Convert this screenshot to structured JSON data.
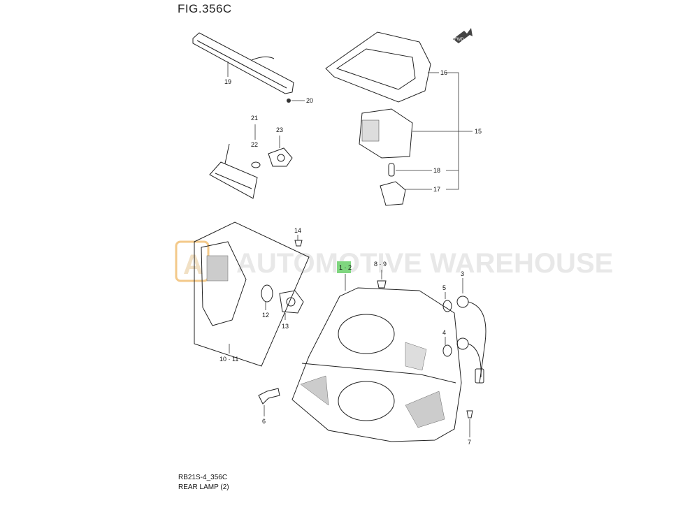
{
  "figure": {
    "title": "FIG.356C",
    "code": "RB21S-4_356C",
    "name": "REAR LAMP (2)"
  },
  "watermark": {
    "text": "AUTOMOTIVE WAREHOUSE",
    "logo_text": "A"
  },
  "direction_badge": "FWD",
  "callouts": {
    "c1_2": "1 · 2",
    "c3": "3",
    "c4": "4",
    "c5": "5",
    "c6": "6",
    "c7": "7",
    "c8_9": "8 · 9",
    "c10_11": "10 · 11",
    "c12": "12",
    "c13": "13",
    "c14": "14",
    "c15": "15",
    "c16": "16",
    "c17": "17",
    "c18": "18",
    "c19": "19",
    "c20": "20",
    "c21": "21",
    "c22": "22",
    "c23": "23"
  },
  "colors": {
    "highlight": "#7fd67f",
    "watermark_orange": "#f3c98a"
  }
}
